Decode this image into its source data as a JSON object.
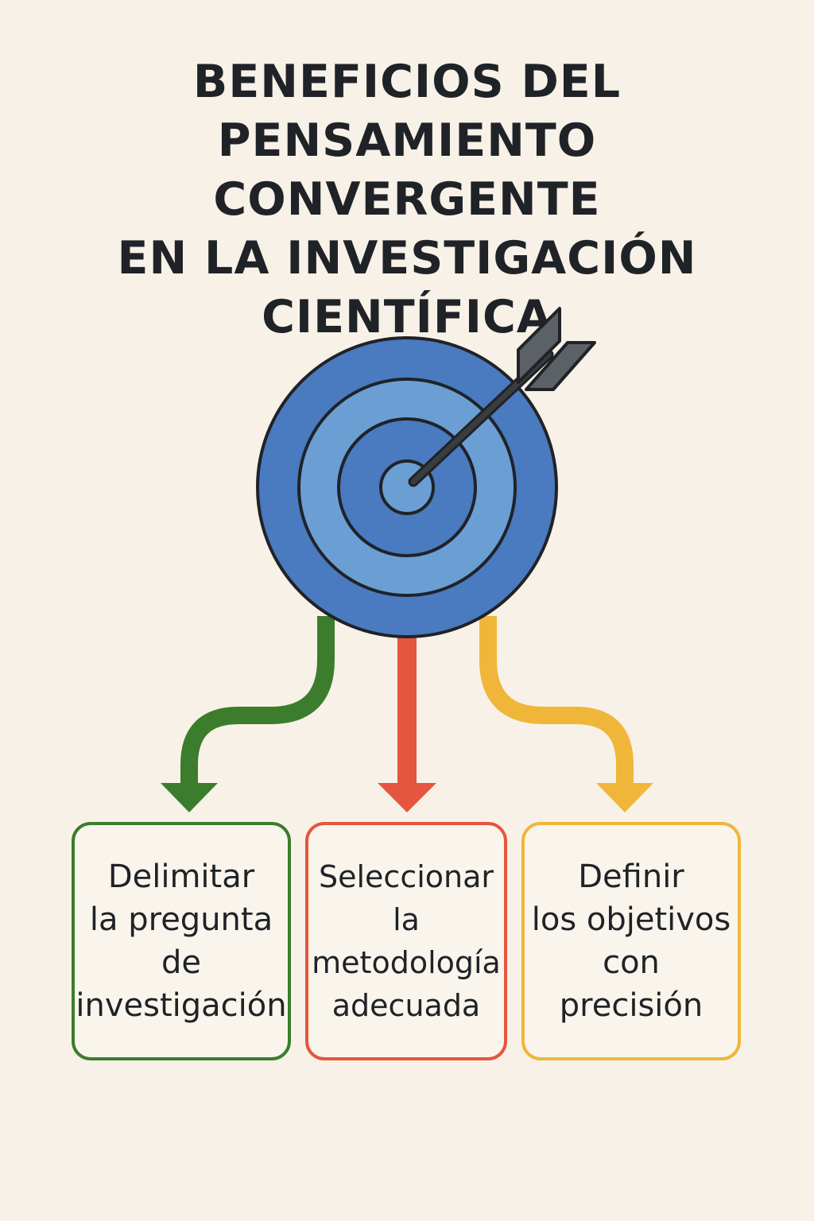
{
  "title": {
    "lines": [
      "BENEFICIOS DEL",
      "PENSAMIENTO CONVERGENTE",
      "EN LA INVESTIGACIÓN",
      "CIENTÍFICA"
    ]
  },
  "colors": {
    "background": "#f8f1e7",
    "target_outer": "#4a7abf",
    "target_light": "#6b9fd4",
    "outline": "#1f2328",
    "arrow_shaft": "#3a3d40",
    "arrow_fletching": "#5c6165",
    "green": "#3b7d2c",
    "red": "#e5553f",
    "yellow": "#f0b63a"
  },
  "icons": [
    "target-icon",
    "dart-arrow-icon"
  ],
  "benefits": [
    {
      "color": "green",
      "lines": [
        "Delimitar",
        "la pregunta",
        "de",
        "investigación"
      ]
    },
    {
      "color": "red",
      "lines": [
        "Seleccionar",
        "la",
        "metodología",
        "adecuada"
      ]
    },
    {
      "color": "yellow",
      "lines": [
        "Definir",
        "los objetivos",
        "con",
        "precisión"
      ]
    }
  ]
}
